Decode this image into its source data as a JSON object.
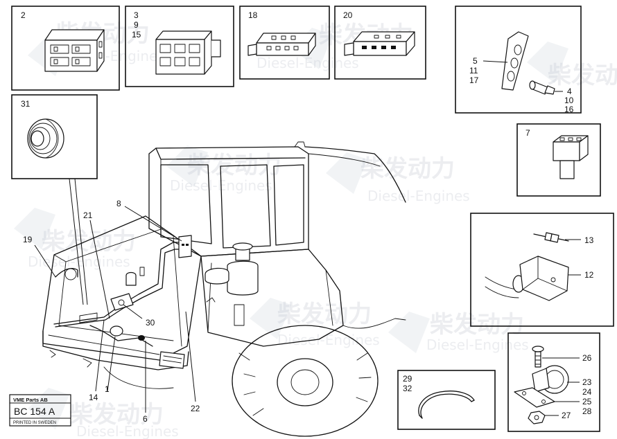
{
  "watermark": {
    "brand_cn": "柴发动力",
    "brand_en": "Diesel-Engines"
  },
  "title_block": {
    "company": "VME Parts AB",
    "drawing_number": "BC 154 A",
    "printed": "PRINTED IN SWEDEN"
  },
  "detail_boxes": {
    "box_2": {
      "labels": [
        "2"
      ]
    },
    "box_3": {
      "labels": [
        "3",
        "9",
        "15"
      ]
    },
    "box_18": {
      "labels": [
        "18"
      ]
    },
    "box_20": {
      "labels": [
        "20"
      ]
    },
    "box_5": {
      "labels": [
        "5",
        "11",
        "17",
        "4",
        "10",
        "16"
      ]
    },
    "box_31": {
      "labels": [
        "31"
      ]
    },
    "box_7": {
      "labels": [
        "7"
      ]
    },
    "box_12": {
      "labels": [
        "13",
        "12"
      ]
    },
    "box_29": {
      "labels": [
        "29",
        "32"
      ]
    },
    "box_26": {
      "labels": [
        "26",
        "23",
        "24",
        "25",
        "28",
        "27"
      ]
    }
  },
  "main_callouts": {
    "c8": "8",
    "c21": "21",
    "c19": "19",
    "c30": "30",
    "c14": "14",
    "c1": "1",
    "c6": "6",
    "c22": "22"
  }
}
